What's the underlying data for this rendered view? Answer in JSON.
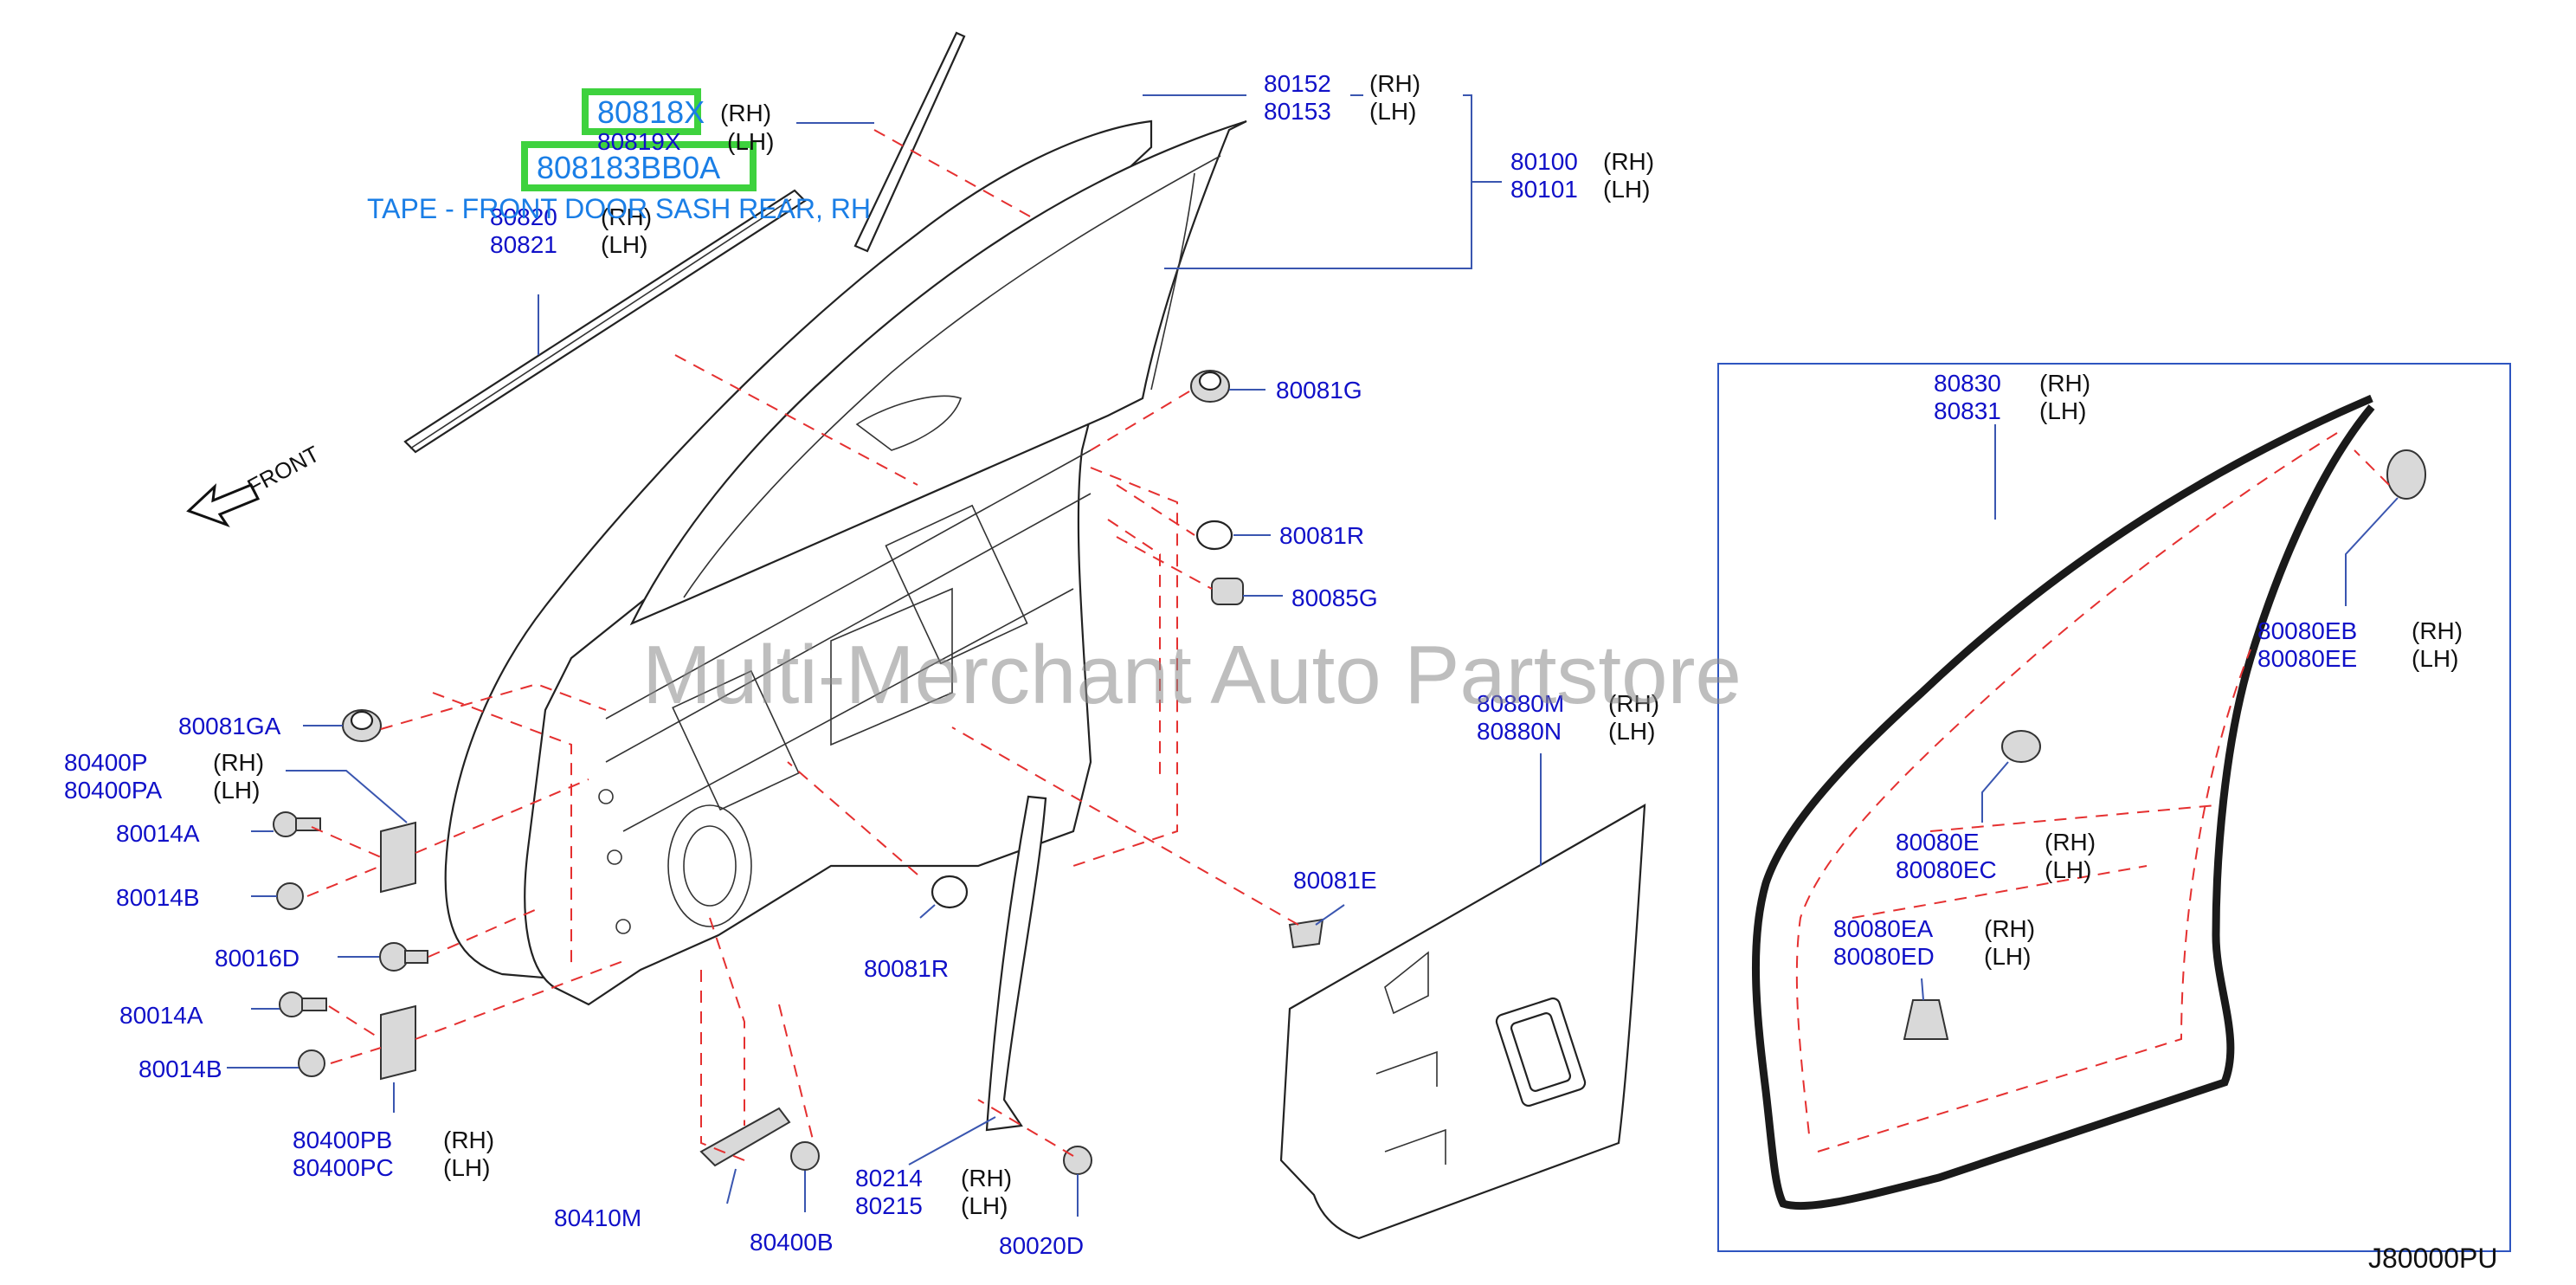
{
  "highlight": {
    "part_small": "80818X",
    "part_big": "808183BB0A",
    "description": "TAPE - FRONT DOOR SASH REAR, RH"
  },
  "watermark": "Multi-Merchant Auto Partstore",
  "diagram_code": "J80000PU",
  "front_label": "FRONT",
  "labels": {
    "p80818X_rh": "(RH)",
    "p80819X": "80819X",
    "p80819X_lh": "(LH)",
    "p80820": "80820",
    "p80820_rh": "(RH)",
    "p80821": "80821",
    "p80821_lh": "(LH)",
    "p80152": "80152",
    "p80152_rh": "(RH)",
    "p80153": "80153",
    "p80153_lh": "(LH)",
    "p80100": "80100",
    "p80100_rh": "(RH)",
    "p80101": "80101",
    "p80101_lh": "(LH)",
    "p80081G": "80081G",
    "p80081R_top": "80081R",
    "p80085G": "80085G",
    "p80081GA": "80081GA",
    "p80400P": "80400P",
    "p80400P_rh": "(RH)",
    "p80400PA": "80400PA",
    "p80400PA_lh": "(LH)",
    "p80014A_top": "80014A",
    "p80014B_top": "80014B",
    "p80016D": "80016D",
    "p80014A_bot": "80014A",
    "p80014B_bot": "80014B",
    "p80400PB": "80400PB",
    "p80400PB_rh": "(RH)",
    "p80400PC": "80400PC",
    "p80400PC_lh": "(LH)",
    "p80410M": "80410M",
    "p80400B": "80400B",
    "p80214": "80214",
    "p80214_rh": "(RH)",
    "p80215": "80215",
    "p80215_lh": "(LH)",
    "p80020D": "80020D",
    "p80081R_mid": "80081R",
    "p80081E": "80081E",
    "p80880M": "80880M",
    "p80880M_rh": "(RH)",
    "p80880N": "80880N",
    "p80880N_lh": "(LH)",
    "p80830": "80830",
    "p80830_rh": "(RH)",
    "p80831": "80831",
    "p80831_lh": "(LH)",
    "p80080EB": "80080EB",
    "p80080EB_rh": "(RH)",
    "p80080EE": "80080EE",
    "p80080EE_lh": "(LH)",
    "p80080E": "80080E",
    "p80080E_rh": "(RH)",
    "p80080EC": "80080EC",
    "p80080EC_lh": "(LH)",
    "p80080EA": "80080EA",
    "p80080EA_rh": "(RH)",
    "p80080ED": "80080ED",
    "p80080ED_lh": "(LH)"
  },
  "colors": {
    "label_blue": "#1010c8",
    "highlight_green": "#3ed23e",
    "highlight_text": "#1a7ee6",
    "dashed_red": "#e53030"
  }
}
